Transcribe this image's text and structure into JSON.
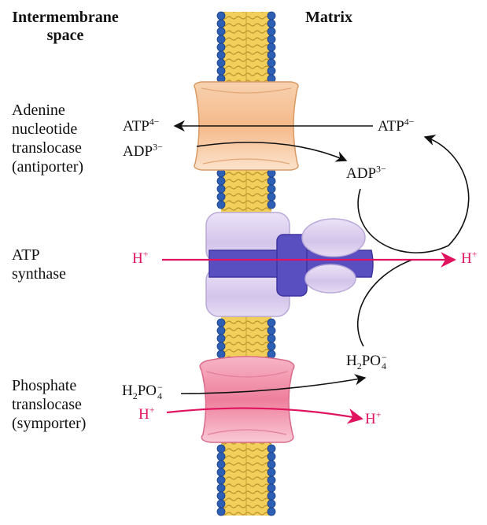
{
  "headers": {
    "intermembrane": "Intermembrane space",
    "matrix": "Matrix"
  },
  "proteins": {
    "antiporter": {
      "line1": "Adenine",
      "line2": "nucleotide",
      "line3": "translocase",
      "line4": "(antiporter)"
    },
    "synthase": {
      "line1": "ATP",
      "line2": "synthase"
    },
    "symporter": {
      "line1": "Phosphate",
      "line2": "translocase",
      "line3": "(symporter)"
    }
  },
  "species": {
    "atp": {
      "base": "ATP",
      "charge": "4−"
    },
    "adp": {
      "base": "ADP",
      "charge": "3−"
    },
    "proton": {
      "base": "H",
      "charge": "+"
    },
    "phosphate": {
      "h": "H",
      "sub2": "2",
      "po": "PO",
      "sub4": "4",
      "charge": "−"
    }
  },
  "colors": {
    "proton": "#e0135e",
    "lipid_head": "#2d5fb5",
    "lipid_tail": "#f1cf5a",
    "antiporter": "#f6c79a",
    "synthase_body": "#ddd0ee",
    "synthase_core": "#5a4fc0",
    "symporter": "#f2a6b8"
  }
}
